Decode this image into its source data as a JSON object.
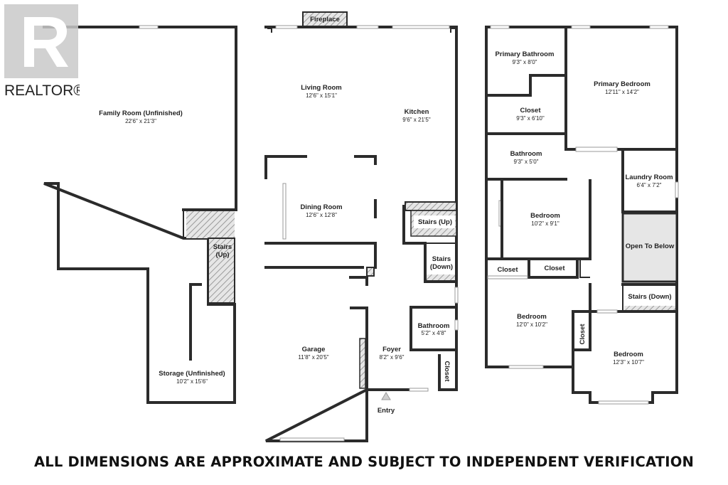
{
  "brand": {
    "name": "REALTOR®"
  },
  "disclaimer": "ALL DIMENSIONS ARE APPROXIMATE AND SUBJECT TO INDEPENDENT VERIFICATION",
  "basement": {
    "family_room": {
      "name": "Family Room (Unfinished)",
      "dim": "22'6\" x 21'3\""
    },
    "stairs_up": {
      "line1": "Stairs",
      "line2": "(Up)"
    },
    "storage": {
      "name": "Storage (Unfinished)",
      "dim": "10'2\" x 15'6\""
    }
  },
  "main_floor": {
    "fireplace": "Fireplace",
    "living_room": {
      "name": "Living Room",
      "dim": "12'6\" x 15'1\""
    },
    "kitchen": {
      "name": "Kitchen",
      "dim": "9'6\" x 21'5\""
    },
    "dining_room": {
      "name": "Dining Room",
      "dim": "12'6\" x 12'8\""
    },
    "stairs_up": "Stairs (Up)",
    "stairs_down": {
      "line1": "Stairs",
      "line2": "(Down)"
    },
    "garage": {
      "name": "Garage",
      "dim": "11'8\" x 20'5\""
    },
    "foyer": {
      "name": "Foyer",
      "dim": "8'2\" x 9'6\""
    },
    "bathroom": {
      "name": "Bathroom",
      "dim": "5'2\" x 4'8\""
    },
    "closet": "Closet",
    "entry": "Entry"
  },
  "upper_floor": {
    "primary_bathroom": {
      "name": "Primary Bathroom",
      "dim": "9'3\" x 8'0\""
    },
    "primary_bedroom": {
      "name": "Primary Bedroom",
      "dim": "12'11\" x 14'2\""
    },
    "closet": {
      "name": "Closet",
      "dim": "9'3\" x 6'10\""
    },
    "bathroom": {
      "name": "Bathroom",
      "dim": "9'3\" x 5'0\""
    },
    "laundry_room": {
      "name": "Laundry Room",
      "dim": "6'4\" x 7'2\""
    },
    "bedroom_1": {
      "name": "Bedroom",
      "dim": "10'2\" x 9'1\""
    },
    "open_to_below": "Open To Below",
    "closet_left": "Closet",
    "closet_right": "Closet",
    "stairs_down": "Stairs (Down)",
    "bedroom_2": {
      "name": "Bedroom",
      "dim": "12'0\" x 10'2\""
    },
    "closet_vertical": "Closet",
    "bedroom_3": {
      "name": "Bedroom",
      "dim": "12'3\" x 10'7\""
    }
  }
}
